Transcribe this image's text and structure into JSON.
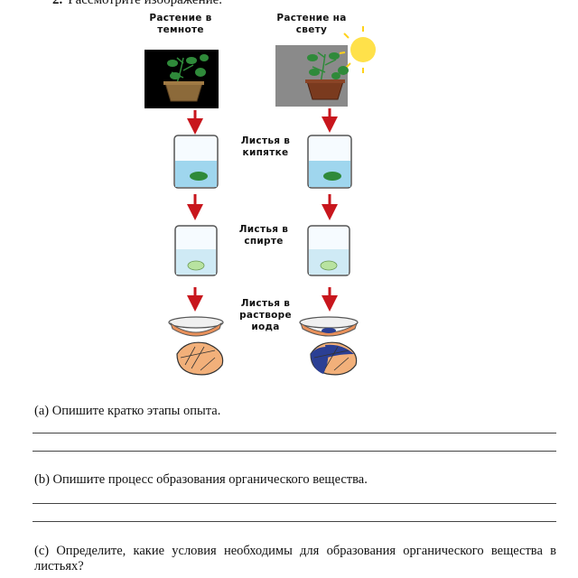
{
  "task": {
    "number": "2.",
    "instruction": "Рассмотрите изображение."
  },
  "figure": {
    "label_dark": "Растение в темноте",
    "label_light": "Растение на свету",
    "step_boiling": "Листья в кипятке",
    "step_alcohol": "Листья в спирте",
    "step_iodine": "Листья в растворе иода"
  },
  "questions": {
    "a": "(a) Опишите кратко этапы опыта.",
    "b": "(b) Опишите процесс образования органического вещества.",
    "c": "(c) Определите, какие условия необходимы для образования органического вещества в листьях?"
  },
  "colors": {
    "arrow": "#c8161d",
    "leaf_green": "#2f8a3a",
    "iodine_orange": "#e8905a",
    "starch_blue": "#2b3f94"
  }
}
